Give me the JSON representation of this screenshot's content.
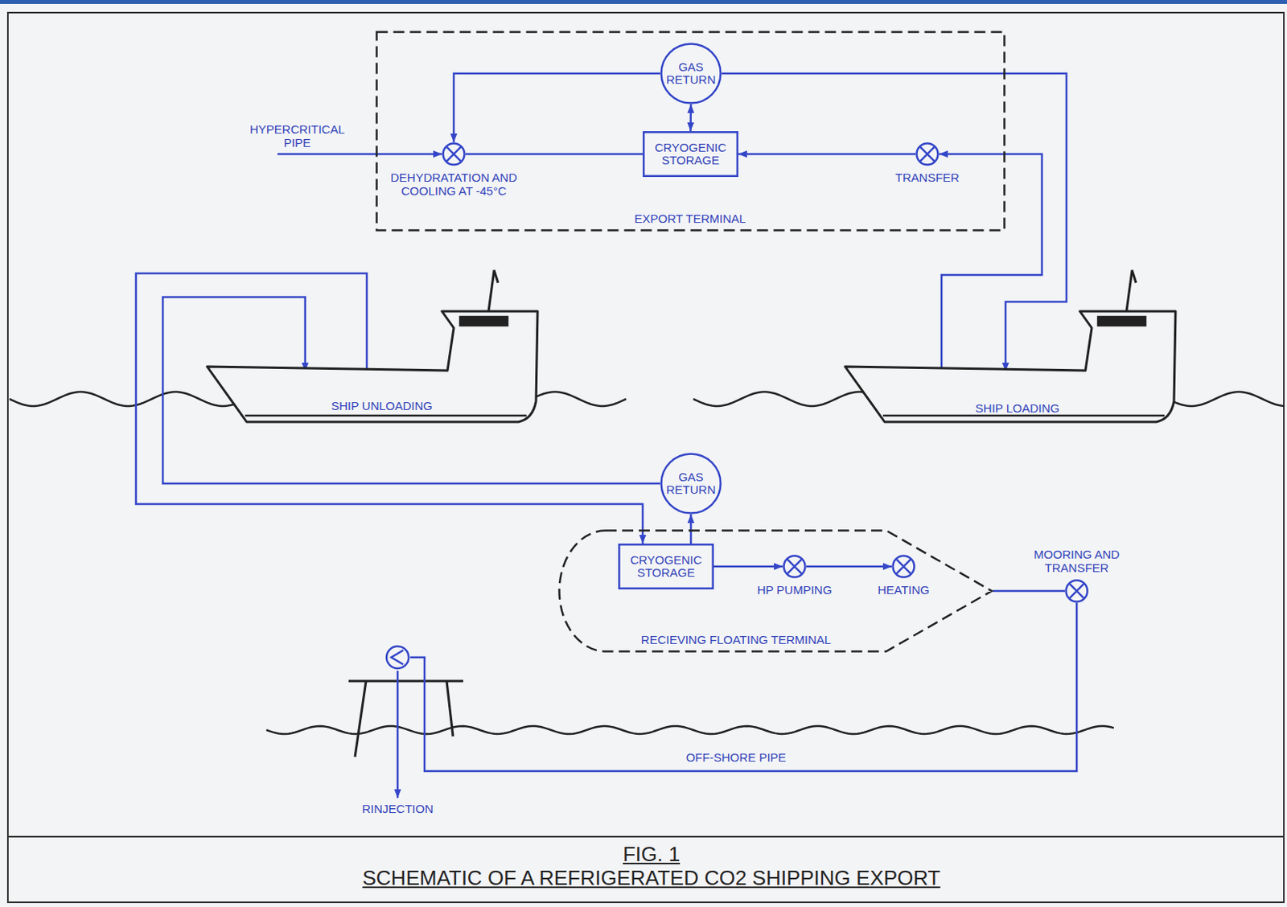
{
  "diagram": {
    "caption": "SCHEMATIC OF A REFRIGERATED CO2 SHIPPING EXPORT",
    "nodes": [
      {
        "text": [
          "EXPORT TERMINAL"
        ]
      },
      {
        "text": [
          "GAS RETURN"
        ],
        "in": 0
      },
      {
        "text": [
          "CRYOGENIC STORAGE"
        ],
        "in": 0
      },
      {
        "text": [
          "DEHYDRATATION AND COOLING AT -45°C"
        ],
        "in": 0
      },
      {
        "text": [
          "TRANSFER"
        ],
        "in": 0
      },
      {
        "text": [
          "SHIP UNLOADING"
        ]
      },
      {
        "text": [
          "SHIP LOADING"
        ]
      },
      {
        "text": [
          "GAS RETURN"
        ]
      },
      {
        "text": [
          "RECIEVING FLOATING TERMINAL"
        ]
      },
      {
        "text": [
          "CRYOGENIC STORAGE"
        ],
        "in": 8
      },
      {
        "text": [
          "HP PUMPING"
        ],
        "in": 8
      },
      {
        "text": [
          "HEATING"
        ],
        "in": 8
      },
      {
        "text": [
          "MOORING AND TRANSFER"
        ]
      },
      {
        "text": [
          "RINJECTION"
        ]
      }
    ],
    "edges": [
      {
        "from": 1,
        "to": 3,
        "arrow": "to"
      },
      {
        "from": 3,
        "to": 2,
        "arrow": "none"
      },
      {
        "from": 2,
        "to": 1,
        "arrow": "both"
      },
      {
        "from": 4,
        "to": 2,
        "arrow": "to"
      },
      {
        "from": 6,
        "to": 4,
        "arrow": "to"
      },
      {
        "from": 1,
        "to": 6,
        "arrow": "to"
      },
      {
        "from": 5,
        "to": 9,
        "arrow": "to"
      },
      {
        "from": 7,
        "to": 5,
        "arrow": "to"
      },
      {
        "from": 9,
        "to": 7,
        "arrow": "to"
      },
      {
        "from": 9,
        "to": 10,
        "arrow": "to"
      },
      {
        "from": 10,
        "to": 11,
        "arrow": "to"
      },
      {
        "from": 8,
        "to": 12,
        "arrow": "none"
      },
      {
        "from": 12,
        "to": 13,
        "arrow": "none"
      }
    ],
    "labels": [
      "HYPERCRITICAL PIPE",
      "OFF-SHORE PIPE",
      "FIG. 1"
    ]
  }
}
